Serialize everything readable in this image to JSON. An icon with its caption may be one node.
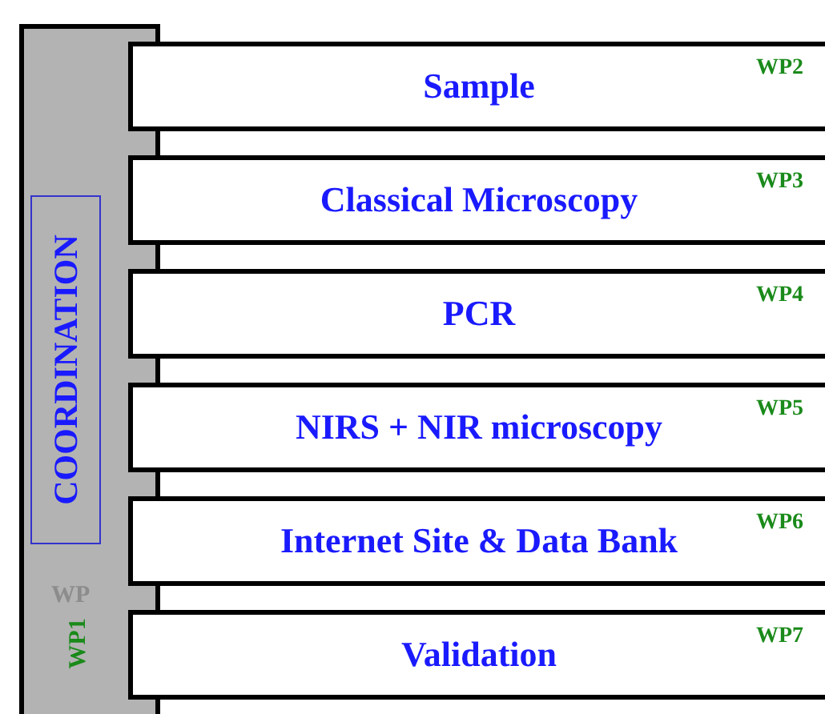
{
  "diagram": {
    "nodes": [
      {
        "text": [
          "WP1"
        ]
      },
      {
        "text": [
          "COORDINATION"
        ],
        "in": 0
      },
      {
        "text": [
          "Sample",
          "WP2"
        ]
      },
      {
        "text": [
          "Classical Microscopy",
          "WP3"
        ]
      },
      {
        "text": [
          "PCR",
          "WP4"
        ]
      },
      {
        "text": [
          "NIRS + NIR microscopy",
          "WP5"
        ]
      },
      {
        "text": [
          "Internet Site & Data Bank",
          "WP6"
        ]
      },
      {
        "text": [
          "Validation",
          "WP7"
        ]
      }
    ],
    "labels": [
      "WP"
    ]
  }
}
